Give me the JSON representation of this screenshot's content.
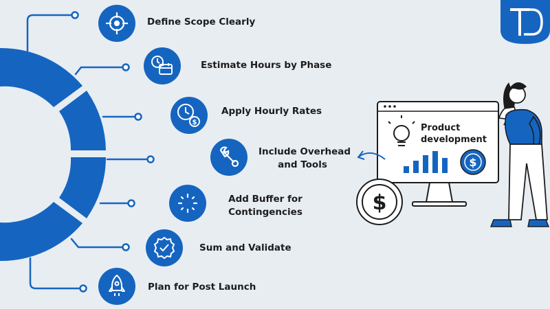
{
  "colors": {
    "background": "#e8edf2",
    "accent": "#1565c0",
    "ink": "#1c1c1c"
  },
  "steps": [
    {
      "label": "Define Scope Clearly",
      "icon": "target-icon"
    },
    {
      "label": "Estimate Hours by Phase",
      "icon": "calendar-clock-icon"
    },
    {
      "label": "Apply Hourly Rates",
      "icon": "clock-dollar-icon"
    },
    {
      "label": "Include Overhead and Tools",
      "line1": "Include Overhead",
      "line2": "and Tools",
      "icon": "wrench-icon"
    },
    {
      "label": "Add Buffer for Contingencies",
      "line1": "Add Buffer for",
      "line2": "Contingencies",
      "icon": "loading-icon"
    },
    {
      "label": "Sum and Validate",
      "icon": "verified-badge-icon"
    },
    {
      "label": "Plan for Post Launch",
      "icon": "rocket-icon"
    }
  ],
  "illustration": {
    "title_line1": "Product",
    "title_line2": "development"
  },
  "logo": {
    "icon": "td-logo-icon"
  }
}
